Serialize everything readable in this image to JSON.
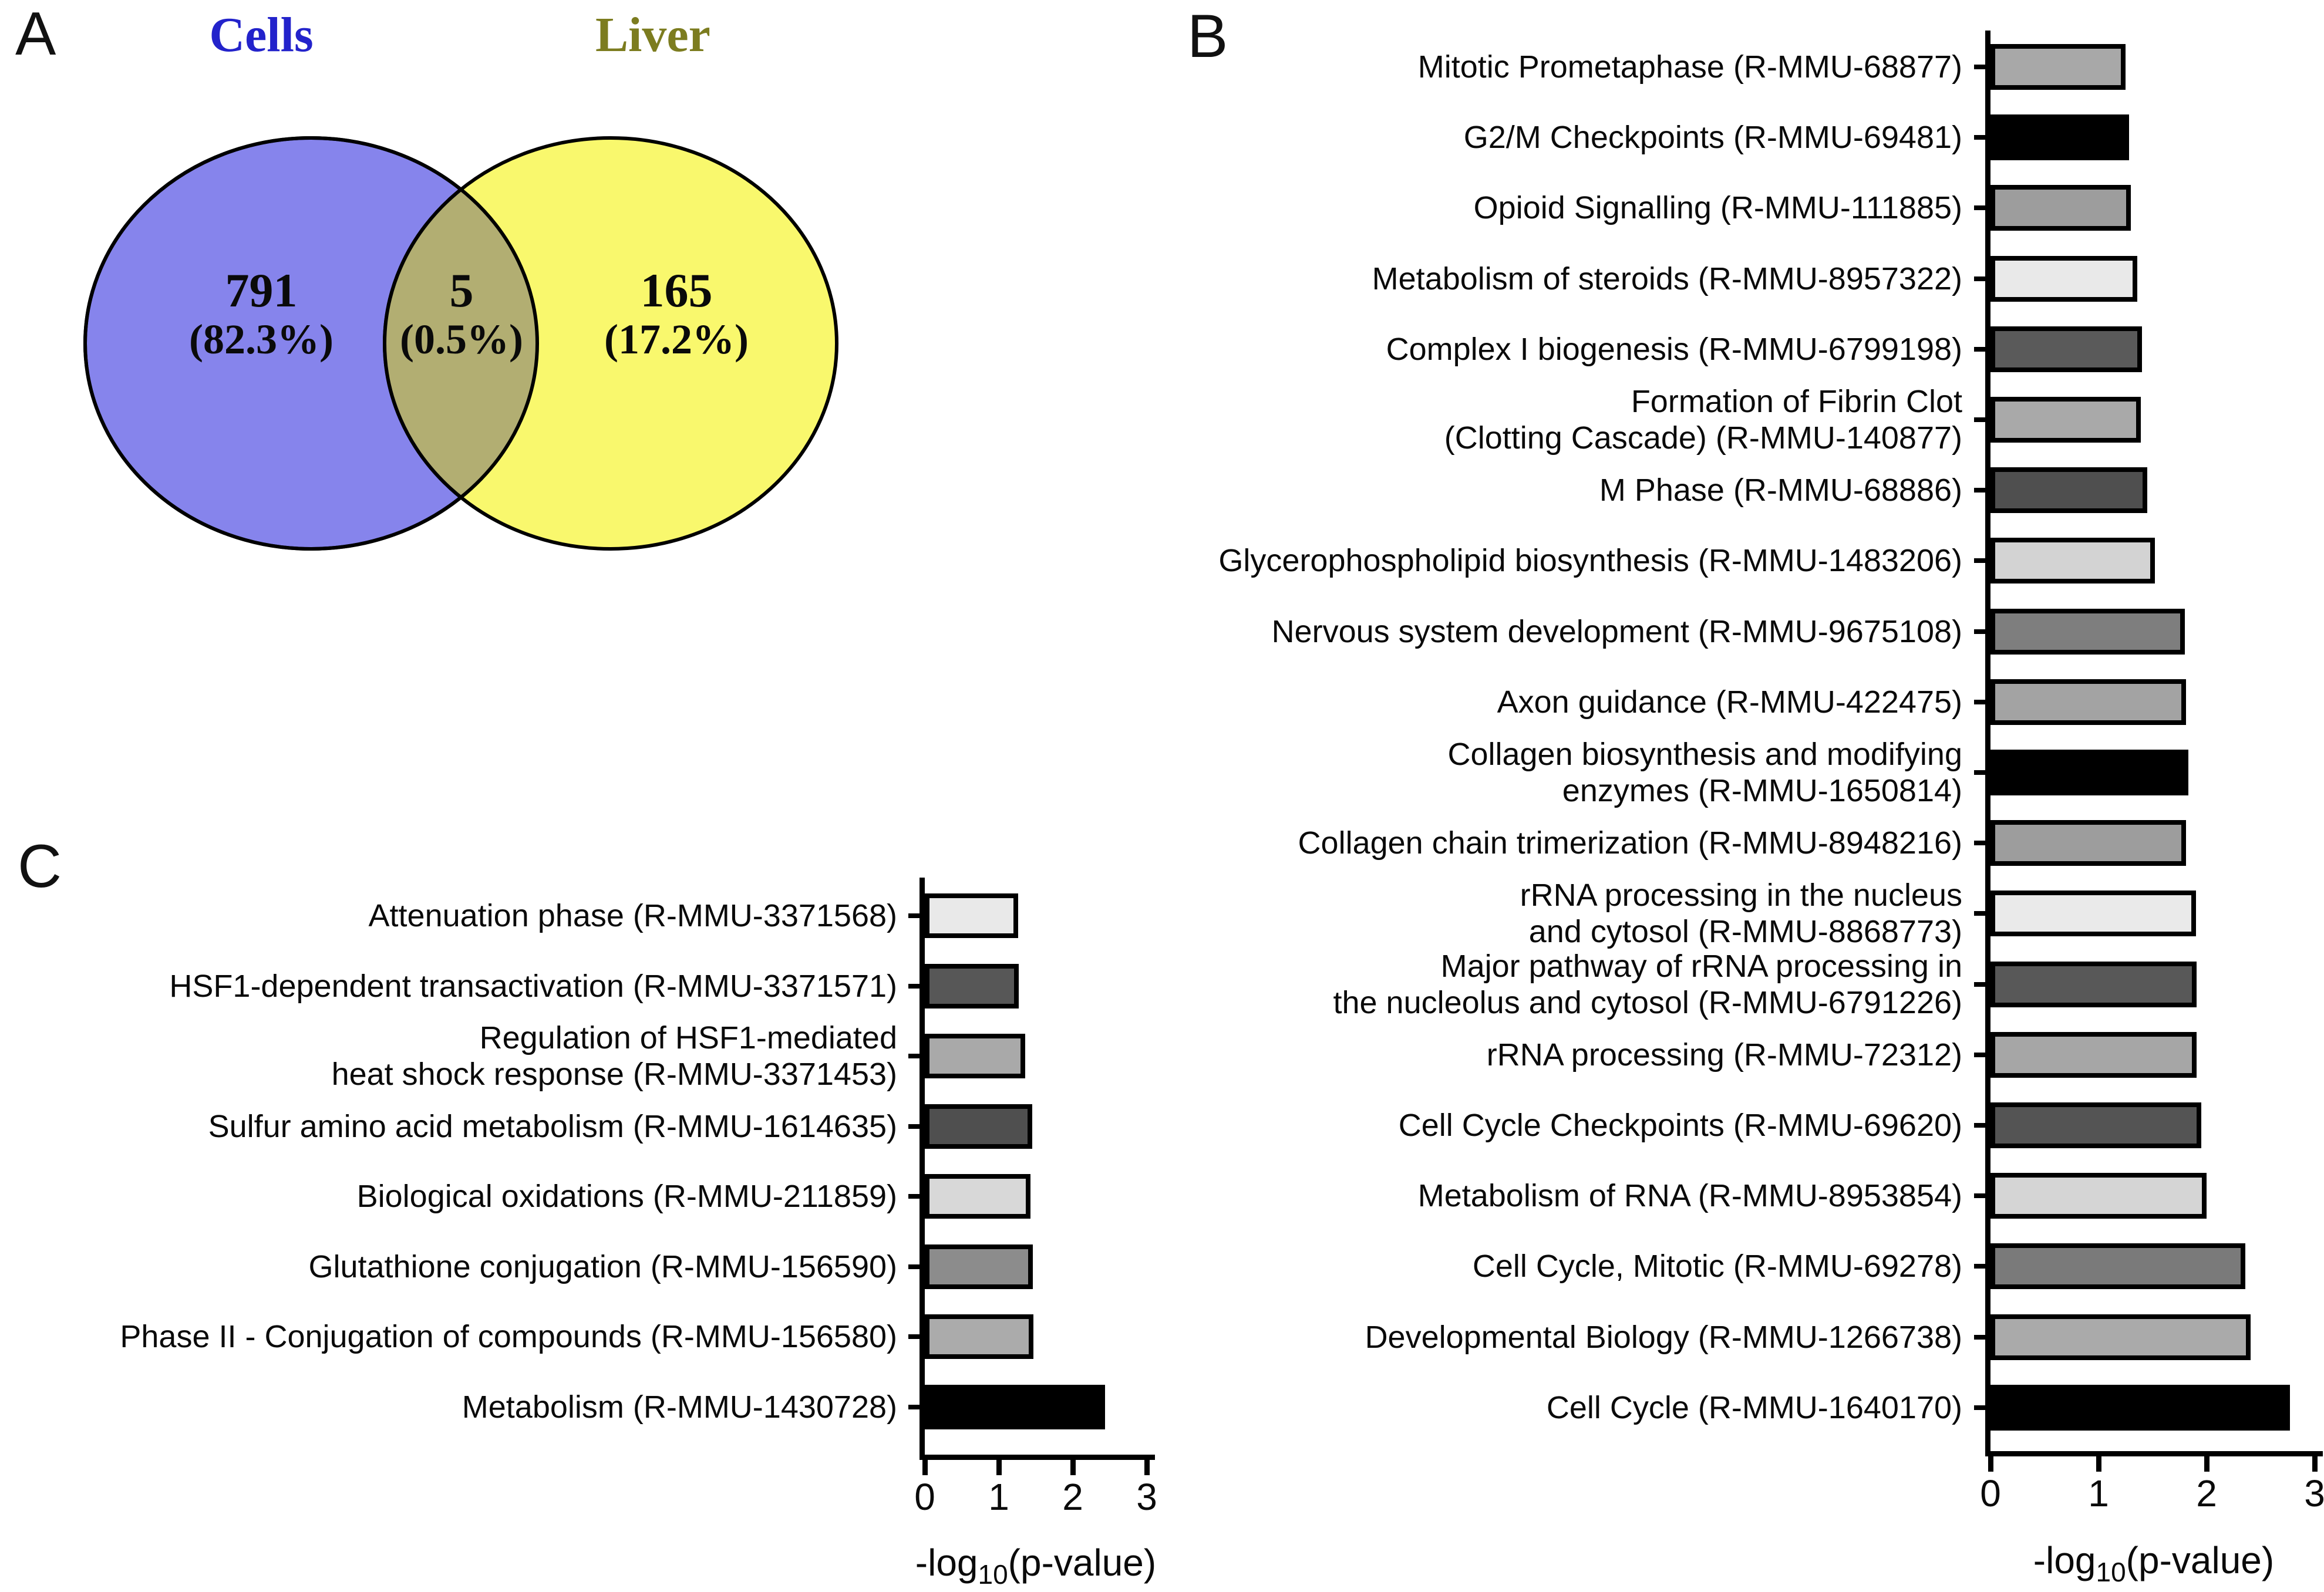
{
  "panels": {
    "a": {
      "letter": "A"
    },
    "b": {
      "letter": "B"
    },
    "c": {
      "letter": "C"
    }
  },
  "venn": {
    "outline_color": "#000000",
    "left": {
      "label": "Cells",
      "label_color": "#2323cb",
      "fill": "#8684ec",
      "count": "791",
      "percent": "(82.3%)"
    },
    "overlap": {
      "fill": "#b2ae72",
      "count": "5",
      "percent": "(0.5%)"
    },
    "right": {
      "label": "Liver",
      "label_color": "#7c7c1f",
      "fill": "#f9f86d",
      "count": "165",
      "percent": "(17.2%)"
    }
  },
  "chart_data": [
    {
      "id": "panel_b",
      "type": "bar",
      "orientation": "horizontal",
      "title": "",
      "xlabel": "-log10(p-value)",
      "xlabel_parts": {
        "pre": "-log",
        "sub": "10",
        "post": "(p-value)"
      },
      "ylabel": "",
      "xlim": [
        0,
        3
      ],
      "xticks": [
        "0",
        "1",
        "2",
        "3"
      ],
      "grid": false,
      "legend": "none",
      "categories": [
        "Mitotic Prometaphase (R-MMU-68877)",
        "G2/M Checkpoints (R-MMU-69481)",
        "Opioid Signalling (R-MMU-111885)",
        "Metabolism of steroids (R-MMU-8957322)",
        "Complex I biogenesis (R-MMU-6799198)",
        "Formation of Fibrin Clot (Clotting Cascade) (R-MMU-140877)",
        "M Phase (R-MMU-68886)",
        "Glycerophospholipid biosynthesis (R-MMU-1483206)",
        "Nervous system development (R-MMU-9675108)",
        "Axon guidance (R-MMU-422475)",
        "Collagen biosynthesis and modifying enzymes (R-MMU-1650814)",
        "Collagen chain trimerization (R-MMU-8948216)",
        "rRNA processing in the nucleus and cytosol (R-MMU-8868773)",
        "Major pathway of rRNA processing in the nucleolus and cytosol (R-MMU-6791226)",
        "rRNA processing (R-MMU-72312)",
        "Cell Cycle Checkpoints (R-MMU-69620)",
        "Metabolism of RNA (R-MMU-8953854)",
        "Cell Cycle, Mitotic (R-MMU-69278)",
        "Developmental Biology (R-MMU-1266738)",
        "Cell Cycle (R-MMU-1640170)"
      ],
      "label_lines": [
        [
          "Mitotic Prometaphase (R-MMU-68877)"
        ],
        [
          "G2/M Checkpoints (R-MMU-69481)"
        ],
        [
          "Opioid Signalling (R-MMU-111885)"
        ],
        [
          "Metabolism of steroids (R-MMU-8957322)"
        ],
        [
          "Complex I biogenesis (R-MMU-6799198)"
        ],
        [
          "Formation of Fibrin Clot",
          "(Clotting Cascade) (R-MMU-140877)"
        ],
        [
          "M Phase (R-MMU-68886)"
        ],
        [
          "Glycerophospholipid biosynthesis (R-MMU-1483206)"
        ],
        [
          "Nervous system development (R-MMU-9675108)"
        ],
        [
          "Axon guidance (R-MMU-422475)"
        ],
        [
          "Collagen biosynthesis and modifying",
          "enzymes (R-MMU-1650814)"
        ],
        [
          "Collagen chain trimerization (R-MMU-8948216)"
        ],
        [
          "rRNA processing in the nucleus",
          "and cytosol (R-MMU-8868773)"
        ],
        [
          "Major pathway of rRNA processing in",
          "the nucleolus and cytosol (R-MMU-6791226)"
        ],
        [
          "rRNA processing (R-MMU-72312)"
        ],
        [
          "Cell Cycle Checkpoints (R-MMU-69620)"
        ],
        [
          "Metabolism of RNA (R-MMU-8953854)"
        ],
        [
          "Cell Cycle, Mitotic (R-MMU-69278)"
        ],
        [
          "Developmental Biology (R-MMU-1266738)"
        ],
        [
          "Cell Cycle (R-MMU-1640170)"
        ]
      ],
      "values": [
        1.25,
        1.28,
        1.3,
        1.36,
        1.4,
        1.39,
        1.45,
        1.52,
        1.8,
        1.81,
        1.83,
        1.81,
        1.9,
        1.91,
        1.91,
        1.95,
        2.0,
        2.36,
        2.41,
        2.77
      ],
      "bar_colors": [
        "#a8a8a8",
        "#000000",
        "#9d9d9d",
        "#e9e9e9",
        "#5a5a5a",
        "#a9a9a9",
        "#4f4f4f",
        "#d3d3d3",
        "#7e7e7e",
        "#a3a3a3",
        "#000000",
        "#9d9d9d",
        "#eaeaea",
        "#585858",
        "#a6a6a6",
        "#545454",
        "#d5d5d5",
        "#7a7a7a",
        "#aaaaaa",
        "#000000"
      ],
      "bar_outline_color": "#000000"
    },
    {
      "id": "panel_c",
      "type": "bar",
      "orientation": "horizontal",
      "title": "",
      "xlabel": "-log10(p-value)",
      "xlabel_parts": {
        "pre": "-log",
        "sub": "10",
        "post": "(p-value)"
      },
      "ylabel": "",
      "xlim": [
        0,
        3
      ],
      "xticks": [
        "0",
        "1",
        "2",
        "3"
      ],
      "grid": false,
      "legend": "none",
      "categories": [
        "Attenuation phase (R-MMU-3371568)",
        "HSF1-dependent transactivation (R-MMU-3371571)",
        "Regulation of HSF1-mediated heat shock response (R-MMU-3371453)",
        "Sulfur amino acid metabolism (R-MMU-1614635)",
        "Biological oxidations (R-MMU-211859)",
        "Glutathione conjugation (R-MMU-156590)",
        "Phase II - Conjugation of compounds (R-MMU-156580)",
        "Metabolism (R-MMU-1430728)"
      ],
      "label_lines": [
        [
          "Attenuation phase (R-MMU-3371568)"
        ],
        [
          "HSF1-dependent transactivation (R-MMU-3371571)"
        ],
        [
          "Regulation of HSF1-mediated",
          "heat shock response (R-MMU-3371453)"
        ],
        [
          "Sulfur amino acid metabolism (R-MMU-1614635)"
        ],
        [
          "Biological oxidations (R-MMU-211859)"
        ],
        [
          "Glutathione conjugation (R-MMU-156590)"
        ],
        [
          "Phase II - Conjugation of compounds (R-MMU-156580)"
        ],
        [
          "Metabolism (R-MMU-1430728)"
        ]
      ],
      "values": [
        1.26,
        1.27,
        1.36,
        1.45,
        1.43,
        1.46,
        1.47,
        2.44
      ],
      "bar_colors": [
        "#e9e9e9",
        "#575757",
        "#a9a9a9",
        "#4f4f4f",
        "#d8d8d8",
        "#8c8c8c",
        "#ababab",
        "#000000"
      ],
      "bar_outline_color": "#000000"
    }
  ]
}
